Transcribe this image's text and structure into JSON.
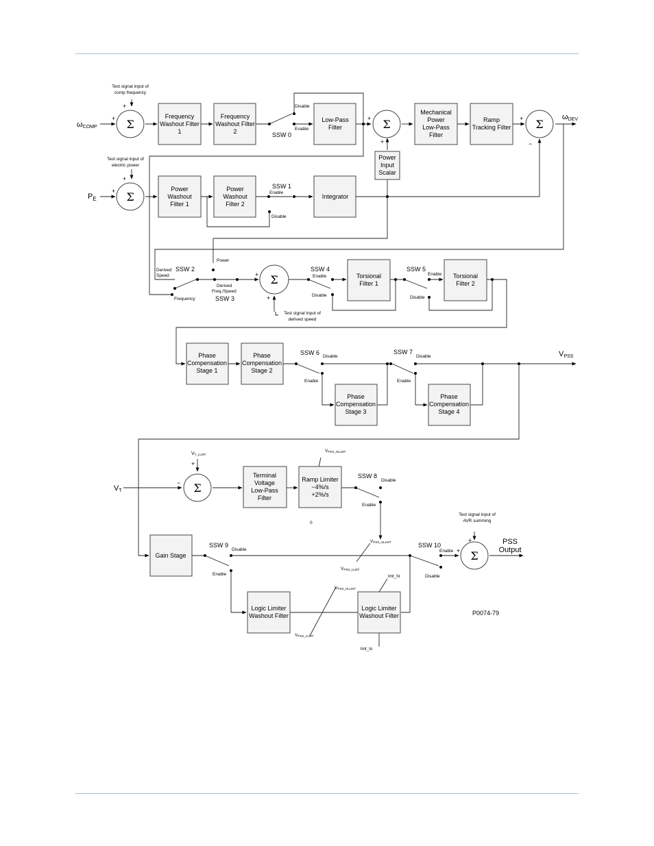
{
  "blocks": {
    "freq_washout_1": [
      "Frequency",
      "Washout Filter",
      "1"
    ],
    "freq_washout_2": [
      "Frequency",
      "Washout Filter",
      "2"
    ],
    "low_pass": [
      "Low-Pass",
      "Filter"
    ],
    "mech_power": [
      "Mechanical",
      "Power",
      "Low-Pass",
      "Filter"
    ],
    "ramp_tracking": [
      "Ramp",
      "Tracking Filter"
    ],
    "power_input_scalar": [
      "Power",
      "Input",
      "Scalar"
    ],
    "power_washout_1": [
      "Power",
      "Washout",
      "Filter 1"
    ],
    "power_washout_2": [
      "Power",
      "Washout",
      "Filter 2"
    ],
    "integrator": [
      "Integrator"
    ],
    "torsional_1": [
      "Torsional",
      "Filter 1"
    ],
    "torsional_2": [
      "Torsional",
      "Filter 2"
    ],
    "phase_comp_1": [
      "Phase",
      "Compensation",
      "Stage 1"
    ],
    "phase_comp_2": [
      "Phase",
      "Compensation",
      "Stage 2"
    ],
    "phase_comp_3": [
      "Phase",
      "Compensation",
      "Stage 3"
    ],
    "phase_comp_4": [
      "Phase",
      "Compensation",
      "Stage 4"
    ],
    "terminal_voltage": [
      "Terminal",
      "Voltage",
      "Low-Pass",
      "Filter"
    ],
    "ramp_limiter": [
      "Ramp Limiter",
      "−4%/s",
      "+2%/s"
    ],
    "gain_stage": [
      "Gain Stage"
    ],
    "logic_limiter_1": [
      "Logic Limiter",
      "Washout Filter"
    ],
    "logic_limiter_2": [
      "Logic Limiter",
      "Washout Filter"
    ]
  },
  "sum_symbol": "Σ",
  "signs": {
    "plus": "+",
    "minus": "−"
  },
  "test_inputs": {
    "comp_freq": [
      "Test signal input of",
      "comp frequency"
    ],
    "electric_power": [
      "Test signal input of",
      "electric power"
    ],
    "derived_speed": [
      "Test signal input of",
      "derived speed"
    ],
    "avr_summing": [
      "Test signal input of",
      "AVR summing"
    ]
  },
  "signals": {
    "omega_comp": {
      "main": "ω",
      "sub": "COMP"
    },
    "omega_dev": {
      "main": "ω",
      "sub": "DEV"
    },
    "pe": {
      "main": "P",
      "sub": "E"
    },
    "vpss": {
      "main": "V",
      "sub": "PSS"
    },
    "vt": {
      "main": "V",
      "sub": "T"
    },
    "vt_llmt": {
      "main": "V",
      "sub": "T_LLMT"
    },
    "pss_output": [
      "PSS",
      "Output"
    ]
  },
  "switches": {
    "ssw0": "SSW 0",
    "ssw1": "SSW 1",
    "ssw2": "SSW 2",
    "ssw3": "SSW 3",
    "ssw4": "SSW 4",
    "ssw5": "SSW 5",
    "ssw6": "SSW 6",
    "ssw7": "SSW 7",
    "ssw8": "SSW 8",
    "ssw9": "SSW 9",
    "ssw10": "SSW 10"
  },
  "switch_labels": {
    "enable": "Enable",
    "disable": "Disable",
    "derived_speed": [
      "Derived",
      "Speed"
    ],
    "frequency": "Frequency",
    "power": "Power",
    "derived_freq_speed": [
      "Derived",
      "Freq./Speed"
    ]
  },
  "limits": {
    "vpss_sllmt": {
      "main": "V",
      "sub": "PSS_SLLMT"
    },
    "vpss_ullmt": {
      "main": "V",
      "sub": "PSS_ULLMT"
    },
    "vpss_llmt": {
      "main": "V",
      "sub": "PSS_LLMT"
    },
    "zero": "0",
    "lmt_hi": "lmt_hi",
    "lmt_lo": "lmt_lo"
  },
  "figure_id": "P0074-79"
}
